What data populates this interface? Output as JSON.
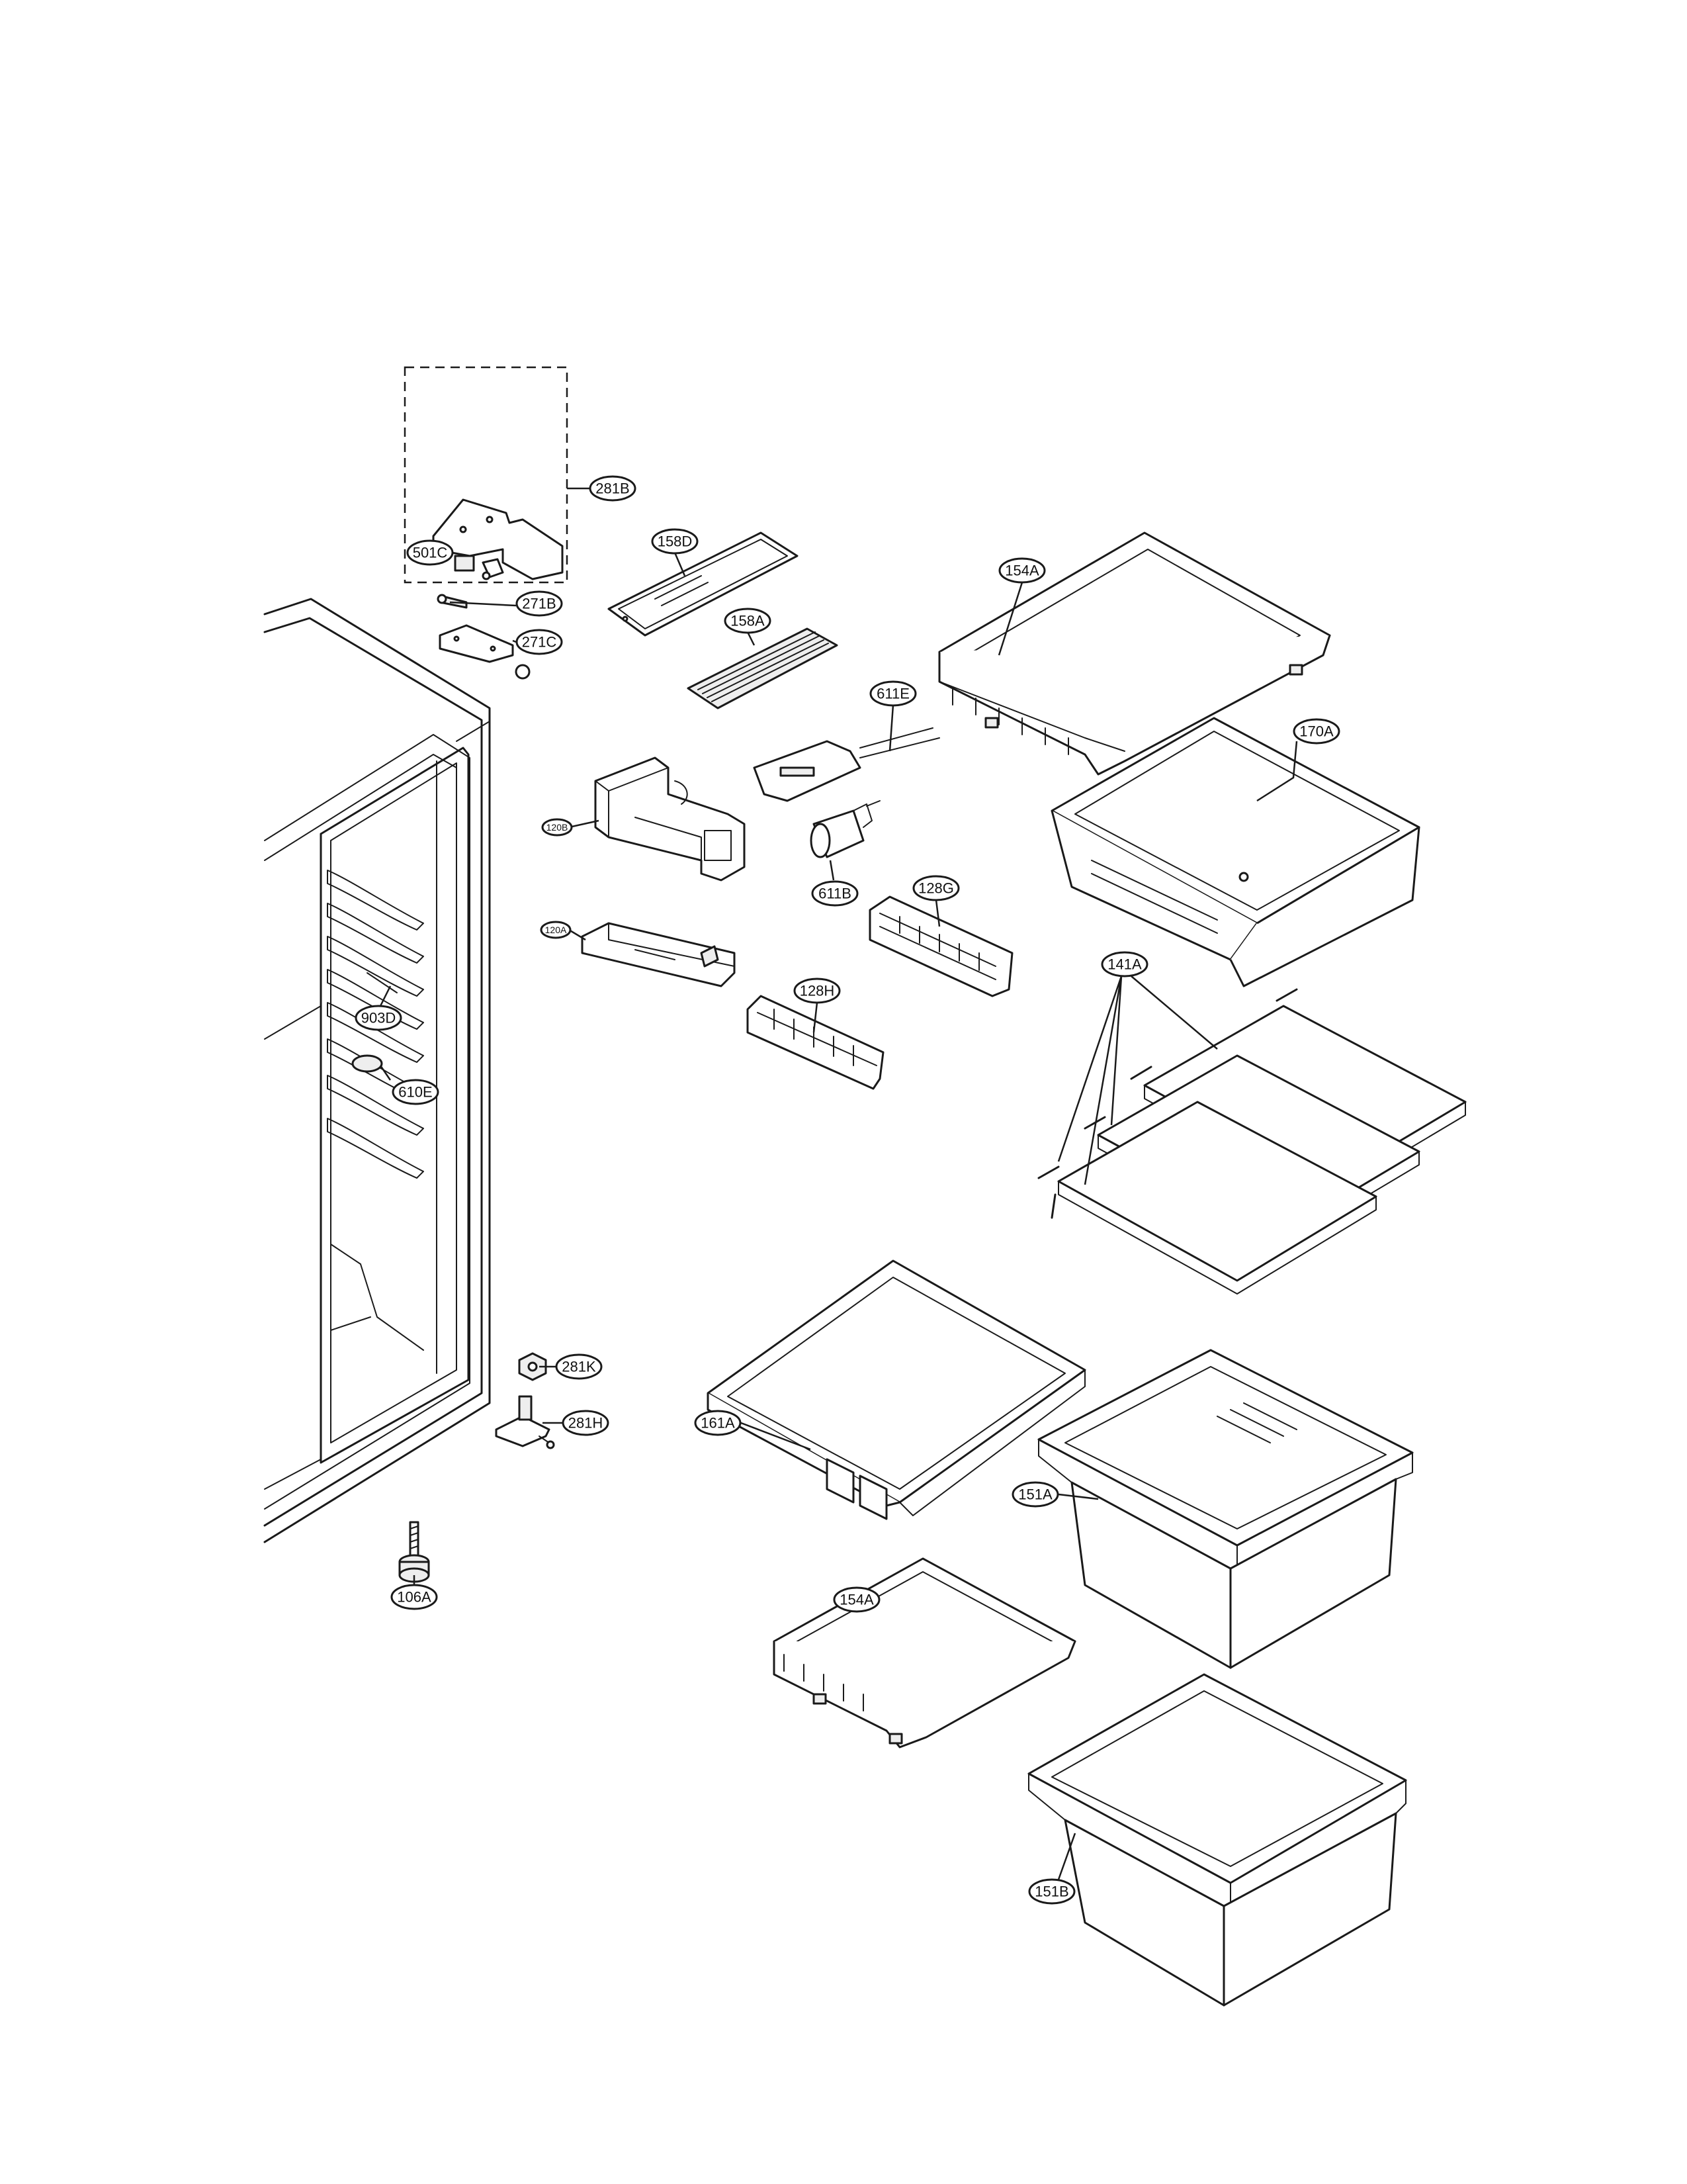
{
  "colors": {
    "line": "#1a1a1a",
    "background": "#ffffff"
  },
  "callouts": {
    "c281B": "281B",
    "c501C": "501C",
    "c271B": "271B",
    "c271C": "271C",
    "c158D": "158D",
    "c158A": "158A",
    "c154A_top": "154A",
    "c611E": "611E",
    "c170A": "170A",
    "c120B": "120B",
    "c611B": "611B",
    "c128G": "128G",
    "c120A": "120A",
    "c128H": "128H",
    "c141A": "141A",
    "c903D": "903D",
    "c610E": "610E",
    "c281K": "281K",
    "c281H": "281H",
    "c161A": "161A",
    "c151A": "151A",
    "c106A": "106A",
    "c154A_bottom": "154A",
    "c151B": "151B"
  }
}
